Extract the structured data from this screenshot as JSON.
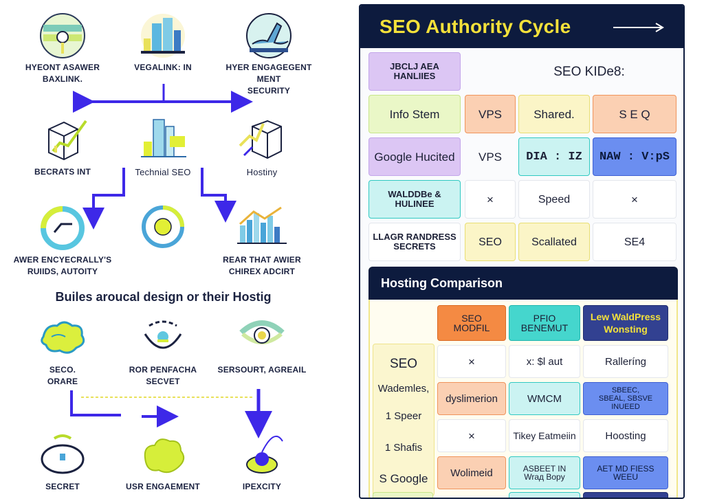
{
  "left": {
    "row1": [
      {
        "caption": "HYEONT ASAWER\nBAXLINK.",
        "icon": "window-ring-icon"
      },
      {
        "caption": "VEGALINK: IN",
        "icon": "city-buildings-icon"
      },
      {
        "caption": "HYER ENGAGEGENT MENT\nSECURITY",
        "icon": "hand-wave-icon"
      }
    ],
    "row2": [
      {
        "caption": "BECRATS INT",
        "icon": "cube-chart-icon"
      },
      {
        "caption": "Technial SEO",
        "icon": "tower-blocks-icon"
      },
      {
        "caption": "Hostiny",
        "icon": "server-box-icon"
      }
    ],
    "row3": [
      {
        "caption": "AWER ENCYECRALLY'S\nRUIIDS, AUTOITY",
        "icon": "cycle-ring-icon"
      },
      {
        "caption": "",
        "icon": "target-circle-icon"
      },
      {
        "caption": "REAR THAT AWIER\nCHIREX ADCIRT",
        "icon": "city-graph-icon"
      }
    ],
    "heading": "Builes aroucal design or their Hostig",
    "row4": [
      {
        "caption": "SECO.\nORARE",
        "icon": "map-blob-icon"
      },
      {
        "caption": "ROR PENFACHA\nSECVET",
        "icon": "dome-orbit-icon"
      },
      {
        "caption": "SERSOURT, AGREAIL",
        "icon": "globe-eye-icon"
      }
    ],
    "row5": [
      {
        "caption": "SECRET",
        "icon": "ring-pin-icon"
      },
      {
        "caption": "USR ENGAEMENT",
        "icon": "green-cloud-icon"
      },
      {
        "caption": "IPEXCITY",
        "icon": "lasso-ball-icon"
      }
    ]
  },
  "panel": {
    "title": "SEO Authority Cycle",
    "top_grid": {
      "header_left": "JBCLJ AEA\nHANLIIES",
      "header_right": "SEO KIDe8:",
      "rows": [
        [
          "Info Stem",
          "VPS",
          "Shared.",
          "S E Q"
        ],
        [
          "Google Hucited",
          "VPS",
          "DIA : IZ",
          "NAW : V:pS"
        ],
        [
          "WALDDBe &\nHULINEE",
          "×",
          "Speed",
          "×"
        ],
        [
          "LLAGR RANDRESS\nSECRETS",
          "SEO",
          "Scallated",
          "SE4"
        ]
      ]
    },
    "hosting": {
      "title": "Hosting Comparison",
      "col_headers": [
        "SEO\nMODFIL",
        "PFIO\nBENEMUT",
        "Lew WaldPress\nWonsting"
      ],
      "row_labels": [
        "SEO",
        "Wademles,",
        "1 Speer",
        "1 Shafis",
        "S Google"
      ],
      "rows": [
        [
          "×",
          "x: $l aut",
          "Ralleríng"
        ],
        [
          "dyslimerion",
          "WMCM",
          "SBEEC,\nSBEAL, SBSVE\nINUEED"
        ],
        [
          "×",
          "Tikey Eatmeiin",
          "Hoosting"
        ],
        [
          "Wolimeid",
          "ASBEET IN\nWraд Bopy",
          "AET MD FIESS\nWEEU"
        ]
      ]
    }
  },
  "colors": {
    "navy": "#0d1b3e",
    "yellow": "#f4e13a",
    "arrow": "#3d28e8"
  }
}
